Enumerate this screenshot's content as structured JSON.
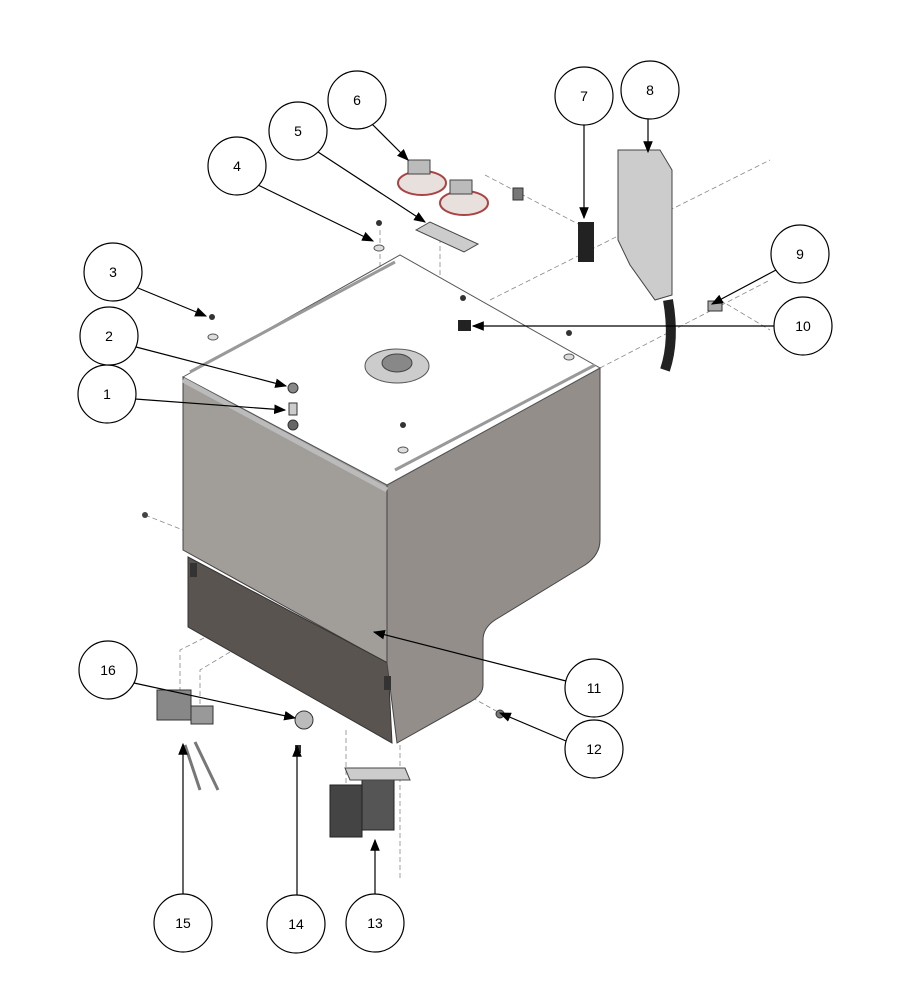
{
  "diagram": {
    "callouts": [
      "1",
      "2",
      "3",
      "4",
      "5",
      "6",
      "7",
      "8",
      "9",
      "10",
      "11",
      "12",
      "13",
      "14",
      "15",
      "16"
    ],
    "colors": {
      "panel_light": "#a8a4a0",
      "panel_mid": "#8f8a86",
      "drawer": "#5a5450",
      "top": "#ffffff",
      "line": "#000000"
    }
  }
}
